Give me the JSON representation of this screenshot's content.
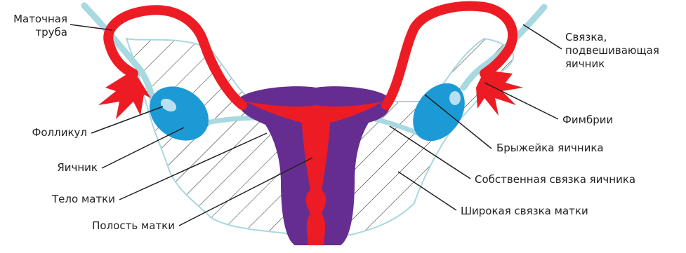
{
  "labels": {
    "fallopian_tube": "Маточная\nтруба",
    "suspensory_ligament": "Связка,\nподвешивающая\nяичник",
    "follicle": "Фолликул",
    "fimbriae": "Фимбрии",
    "mesovarium": "Брыжейка яичника",
    "ovary": "Яичник",
    "ovarian_ligament": "Собственная связка яичника",
    "uterus_body": "Тело матки",
    "broad_ligament": "Широкая связка матки",
    "uterine_cavity": "Полость матки"
  },
  "colors": {
    "tube_red": "#ed1c24",
    "uterus_purple": "#662d91",
    "ovary_blue": "#1c9ad6",
    "follicle_light": "#b9dff0",
    "ligament_light": "#a8d8e0",
    "hatch": "#231f20",
    "leader": "#231f20"
  }
}
